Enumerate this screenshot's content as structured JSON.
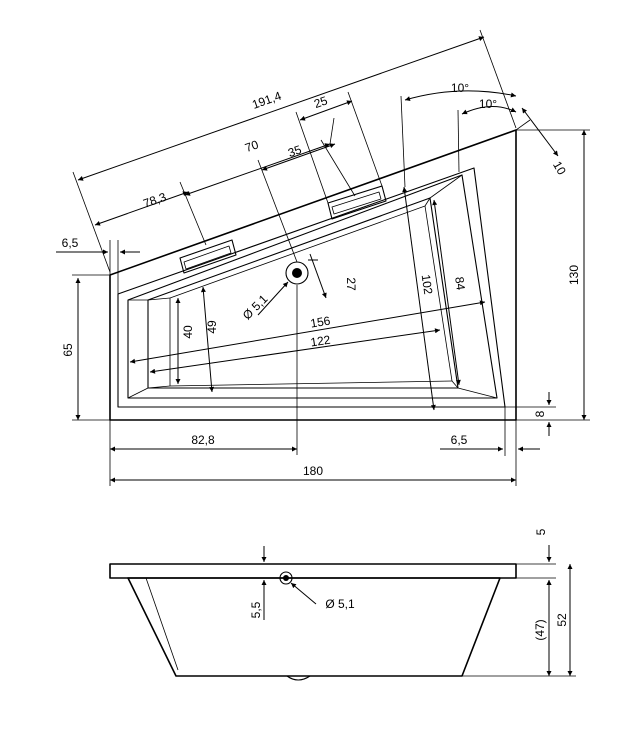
{
  "plan_view": {
    "dims": {
      "d191_4": "191,4",
      "d25": "25",
      "d10deg_a": "10°",
      "d10deg_b": "10°",
      "d70": "70",
      "d35": "35",
      "d78_3": "78,3",
      "d10": "10",
      "d6_5_top": "6,5",
      "d27": "27",
      "d5_1": "Ø 5,1",
      "d102": "102",
      "d84": "84",
      "d130": "130",
      "d65": "65",
      "d40": "40",
      "d49": "49",
      "d156": "156",
      "d122": "122",
      "d8": "8",
      "d82_8": "82,8",
      "d6_5_bottom": "6,5",
      "d180": "180"
    }
  },
  "side_view": {
    "dims": {
      "d5": "5",
      "d5_5": "5,5",
      "d5_1": "Ø 5,1",
      "d47": "(47)",
      "d52": "52"
    }
  }
}
